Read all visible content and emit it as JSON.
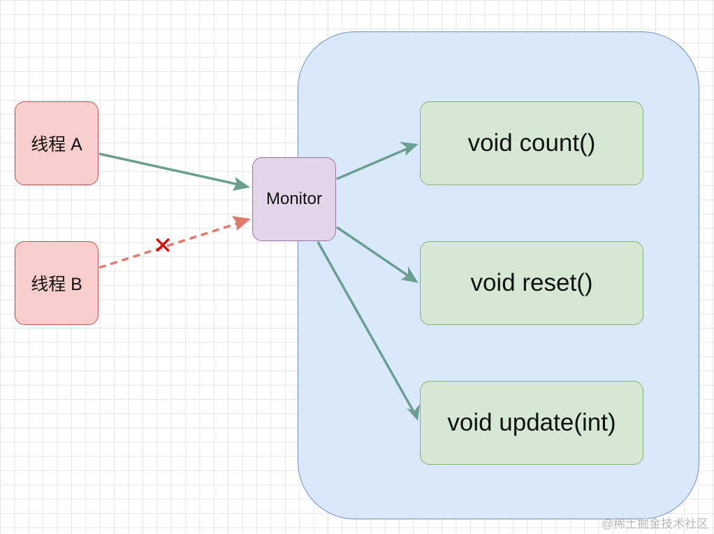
{
  "nodes": {
    "thread_a": "线程 A",
    "thread_b": "线程 B",
    "monitor": "Monitor",
    "method_count": "void count()",
    "method_reset": "void reset()",
    "method_update": "void update(int)"
  },
  "blocked_mark": "✕",
  "watermark": "@稀土掘金技术社区",
  "colors": {
    "arrow_allowed": "#6a9f8f",
    "arrow_blocked": "#e07a6e",
    "blocked_mark": "#e00000",
    "object_fill": "#dae8fc",
    "thread_fill": "#f8cecc",
    "monitor_fill": "#e1d5e7",
    "method_fill": "#d5e8d4"
  }
}
